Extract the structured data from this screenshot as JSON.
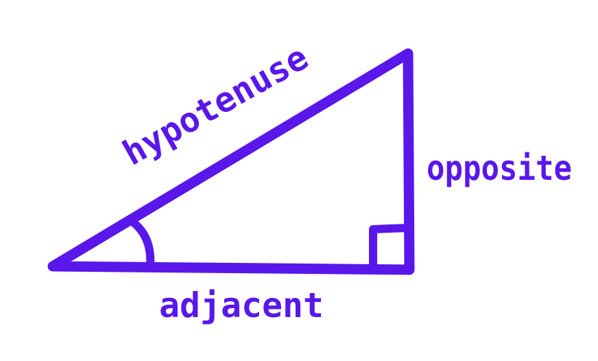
{
  "labels": {
    "hypotenuse": "hypotenuse",
    "opposite": "opposite",
    "adjacent": "adjacent"
  },
  "colors": {
    "stroke": "#5a17ea",
    "background": "#ffffff"
  }
}
